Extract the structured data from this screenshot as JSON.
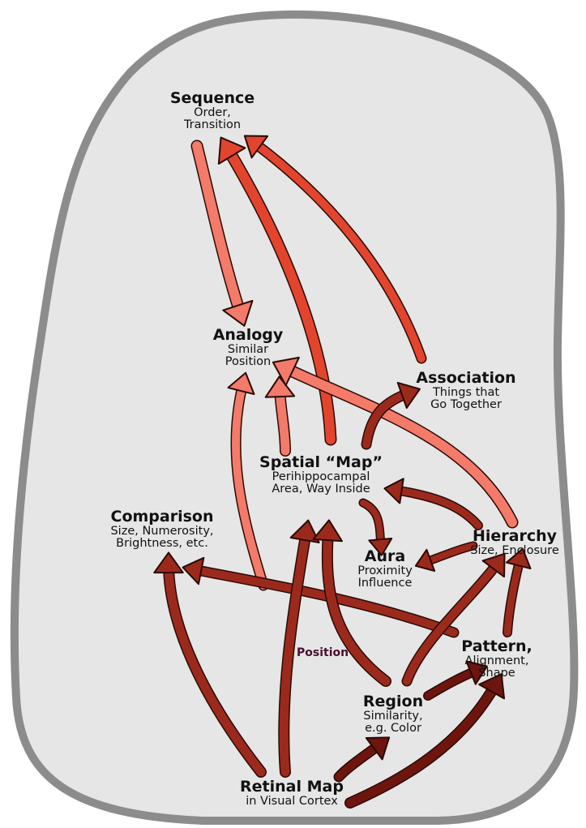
{
  "nodes": {
    "sequence": {
      "title": "Sequence",
      "subtitle": [
        "Order,",
        "Transition"
      ]
    },
    "analogy": {
      "title": "Analogy",
      "subtitle": [
        "Similar",
        "Position"
      ]
    },
    "association": {
      "title": "Association",
      "subtitle": [
        "Things that",
        "Go Together"
      ]
    },
    "spatial_map": {
      "title": "Spatial “Map”",
      "subtitle": [
        "Perihippocampal",
        "Area, Way Inside"
      ]
    },
    "comparison": {
      "title": "Comparison",
      "subtitle": [
        "Size, Numerosity,",
        "Brightness, etc."
      ]
    },
    "aura": {
      "title": "Aura",
      "subtitle": [
        "Proximity",
        "Influence"
      ]
    },
    "hierarchy": {
      "title": "Hierarchy",
      "subtitle": [
        "Size, Enclosure"
      ]
    },
    "pattern": {
      "title": "Pattern,",
      "subtitle": [
        "Alignment,",
        "Shape"
      ]
    },
    "region": {
      "title": "Region",
      "subtitle": [
        "Similarity,",
        "e.g. Color"
      ]
    },
    "retinal_map": {
      "title": "Retinal Map",
      "subtitle": [
        "in Visual Cortex"
      ]
    }
  },
  "annotations": {
    "position_label": "Position"
  },
  "colors": {
    "brain_fill": "#e6e6e6",
    "brain_outline": "#8c8c8c",
    "arrow_outline": "#2a0a05",
    "arrow_light": "#f47a6a",
    "arrow_medium": "#e3442e",
    "arrow_dark": "#9c2a1c",
    "arrow_darkest": "#6e150e"
  },
  "edges": [
    {
      "from": "sequence",
      "to": "analogy",
      "tone": "arrow_light"
    },
    {
      "from": "spatial_map",
      "to": "sequence",
      "tone": "arrow_medium"
    },
    {
      "from": "association",
      "to": "sequence",
      "tone": "arrow_medium"
    },
    {
      "from": "spatial_map",
      "to": "analogy",
      "tone": "arrow_light"
    },
    {
      "from": "hierarchy",
      "to": "analogy",
      "tone": "arrow_light"
    },
    {
      "from": "comparison",
      "to": "analogy",
      "tone": "arrow_light"
    },
    {
      "from": "spatial_map",
      "to": "association",
      "tone": "arrow_dark"
    },
    {
      "from": "spatial_map",
      "to": "aura",
      "tone": "arrow_dark"
    },
    {
      "from": "hierarchy",
      "to": "spatial_map",
      "tone": "arrow_dark"
    },
    {
      "from": "hierarchy",
      "to": "aura",
      "tone": "arrow_dark"
    },
    {
      "from": "pattern",
      "to": "comparison",
      "tone": "arrow_dark"
    },
    {
      "from": "retinal_map",
      "to": "comparison",
      "tone": "arrow_dark"
    },
    {
      "from": "retinal_map",
      "to": "spatial_map",
      "tone": "arrow_dark"
    },
    {
      "from": "region",
      "to": "spatial_map",
      "tone": "arrow_dark"
    },
    {
      "from": "region",
      "to": "hierarchy",
      "tone": "arrow_dark"
    },
    {
      "from": "pattern",
      "to": "hierarchy",
      "tone": "arrow_dark"
    },
    {
      "from": "region",
      "to": "pattern",
      "tone": "arrow_darkest"
    },
    {
      "from": "retinal_map",
      "to": "region",
      "tone": "arrow_darkest"
    },
    {
      "from": "retinal_map",
      "to": "pattern",
      "tone": "arrow_darkest"
    }
  ]
}
